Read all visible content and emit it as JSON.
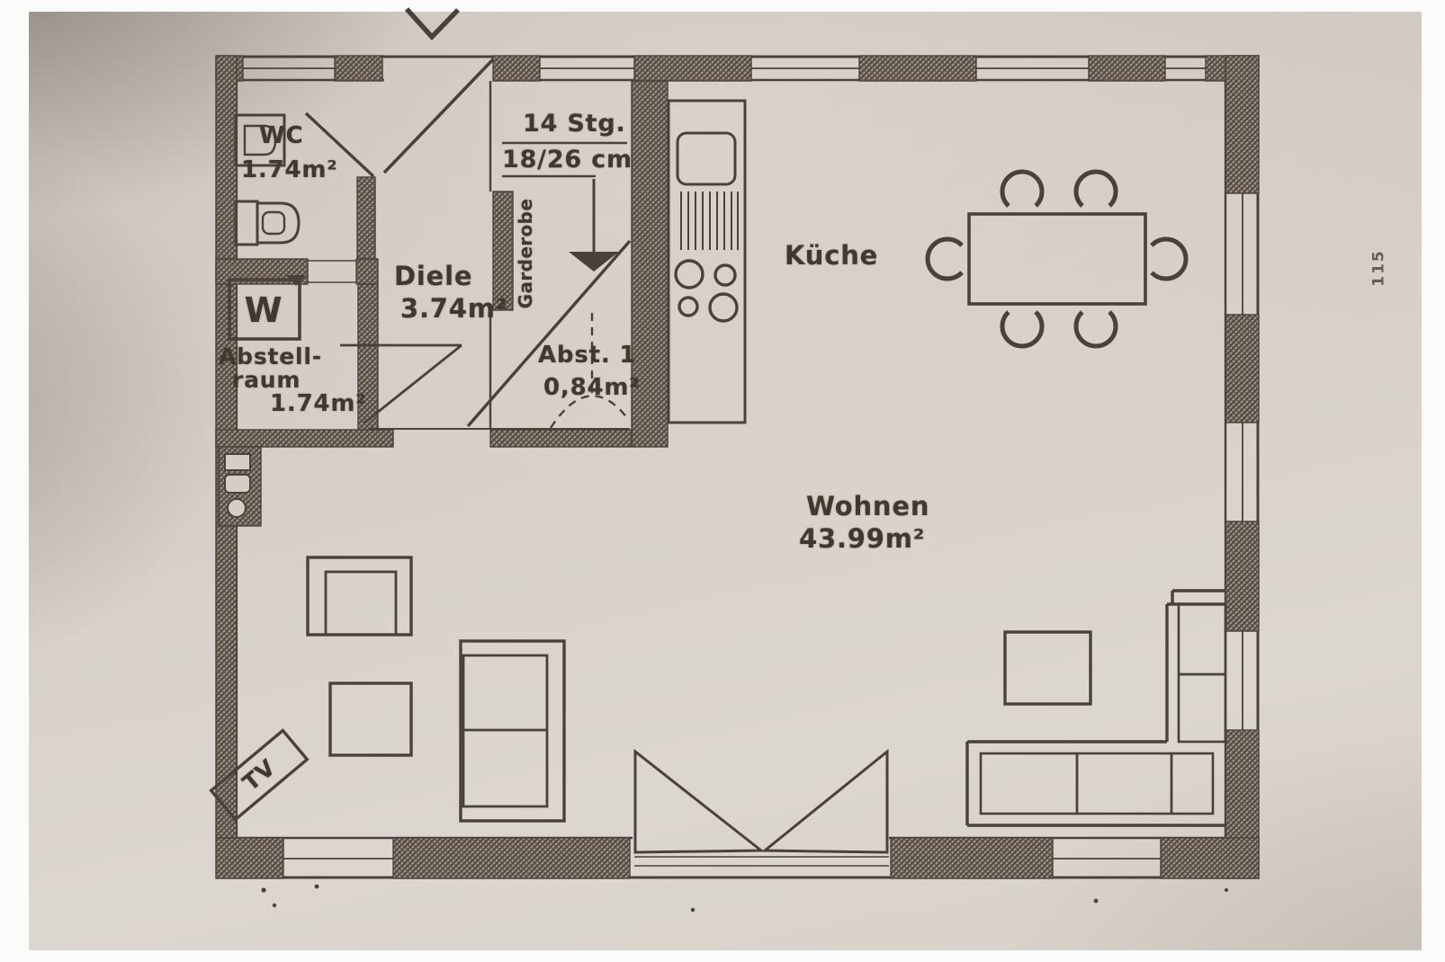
{
  "document": {
    "type": "scanned floor plan",
    "orientation": "landscape"
  },
  "colors": {
    "paper": "#d5cec7",
    "paper_shadow": "#b3aba3",
    "ink": "#4a423a",
    "page_margin": "#fbfbfa"
  },
  "rooms": {
    "wc": {
      "label": "WC",
      "area": "1.74m²"
    },
    "diele": {
      "label": "Diele",
      "area": "3.74m²"
    },
    "abstellraum": {
      "label_line1": "Abstell-",
      "label_line2": "raum",
      "area": "1.74m²"
    },
    "abst1": {
      "label": "Abst. 1",
      "area": "0,84m²"
    },
    "kueche": {
      "label": "Küche"
    },
    "wohnen": {
      "label": "Wohnen",
      "area": "43.99m²"
    }
  },
  "stairs": {
    "steps_label": "14 Stg.",
    "riser_tread_label": "18/26 cm",
    "garderobe_label": "Garderobe"
  },
  "furniture": {
    "tv_label": "TV",
    "washer_label": "W"
  },
  "annotations": {
    "margin_note": "115"
  },
  "icons": {
    "entrance-arrow-icon": "V chevron pointing down at entrance door",
    "stairs-direction-arrow-icon": "arrow pointing down the stair run",
    "sink-icon": "D-shaped wash basin",
    "toilet-icon": "toilet with cistern",
    "washing-machine-icon": "square appliance marked W",
    "stove-icon": "four burner circles",
    "kitchen-sink-icon": "rounded rectangle basin with drainer hatching"
  }
}
